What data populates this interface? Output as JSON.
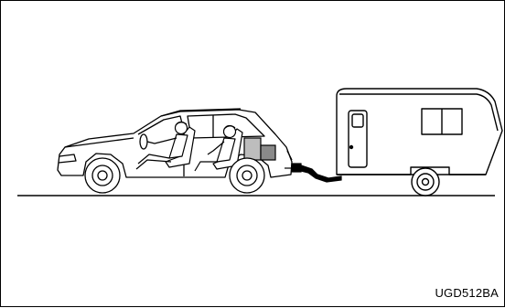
{
  "figure": {
    "code": "UGD512BA",
    "subject": "car-towing-travel-trailer"
  },
  "icons": {
    "car": "car-illustration",
    "driver": "driver-figure",
    "passenger": "passenger-figure",
    "trailer": "travel-trailer",
    "hitch": "trailer-hitch"
  }
}
